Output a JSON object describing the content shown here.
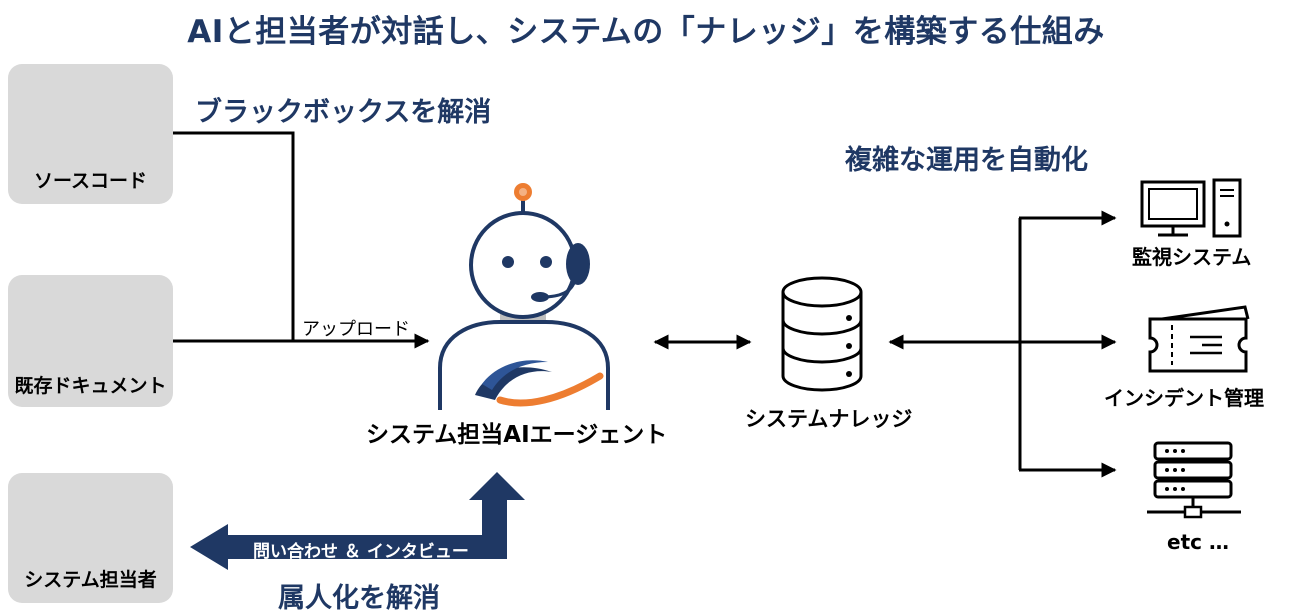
{
  "title": "AIと担当者が対話し、システムの「ナレッジ」を構築する仕組み",
  "headings": {
    "blackbox": "ブラックボックスを解消",
    "automation": "複雑な運用を自動化",
    "individual": "属人化を解消"
  },
  "sources": [
    {
      "label": "ソースコード",
      "icon": "terminal-window-icon"
    },
    {
      "label": "既存ドキュメント",
      "icon": "document-icon"
    },
    {
      "label": "システム担当者",
      "icon": "person-icon"
    }
  ],
  "upload_label": "アップロード",
  "agent_label": "システム担当AIエージェント",
  "knowledge_label": "システムナレッジ",
  "interview_label": "問い合わせ ＆ インタビュー",
  "targets": [
    {
      "label": "監視システム",
      "icon": "monitor-computer-icon"
    },
    {
      "label": "インシデント管理",
      "icon": "ticket-icon"
    },
    {
      "label": "etc …",
      "icon": "server-network-icon"
    }
  ],
  "colors": {
    "heading": "#1f3864",
    "box_background": "#d9d9d9",
    "robot_face": "#1f3864",
    "robot_antenna": "#ed7d31",
    "logo_swoosh": "#ed7d31",
    "interview_arrow": "#1f3864"
  }
}
